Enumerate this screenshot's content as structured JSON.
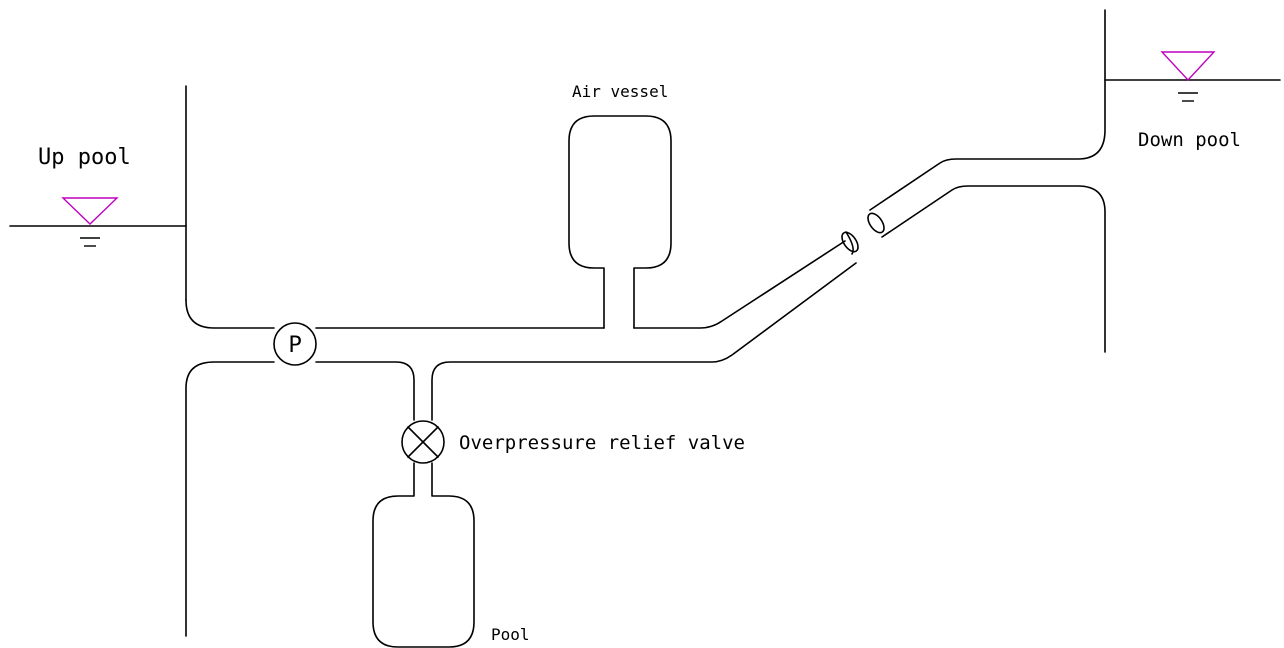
{
  "labels": {
    "up_pool": "Up pool",
    "down_pool": "Down pool",
    "air_vessel": "Air vessel",
    "overpressure_relief_valve": "Overpressure relief valve",
    "pool": "Pool",
    "pump_symbol": "P"
  },
  "colors": {
    "line": "#000000",
    "water_level_symbol": "#c000c0",
    "background": "#ffffff"
  },
  "symbols": {
    "water_level": "inverted-triangle-icon",
    "pump": "pump-circle-icon",
    "valve": "valve-cross-icon"
  }
}
